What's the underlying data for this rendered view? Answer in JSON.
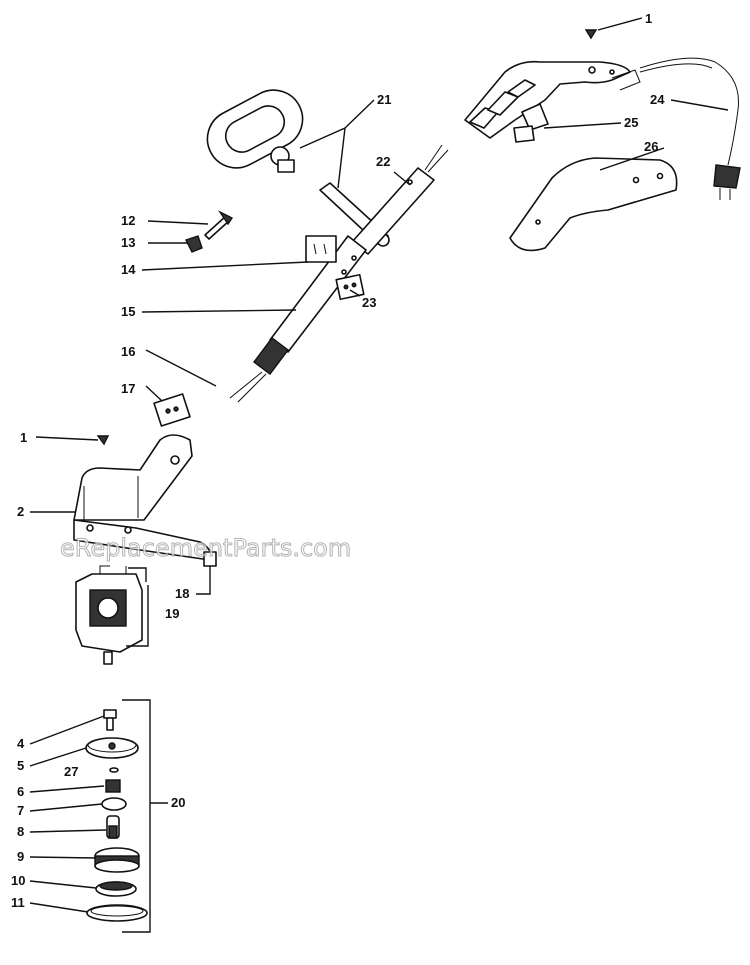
{
  "watermark": "eReplacementParts.com",
  "callouts": [
    {
      "id": "c1a",
      "text": "1"
    },
    {
      "id": "c21",
      "text": "21"
    },
    {
      "id": "c24",
      "text": "24"
    },
    {
      "id": "c25",
      "text": "25"
    },
    {
      "id": "c22",
      "text": "22"
    },
    {
      "id": "c26",
      "text": "26"
    },
    {
      "id": "c12",
      "text": "12"
    },
    {
      "id": "c13",
      "text": "13"
    },
    {
      "id": "c14",
      "text": "14"
    },
    {
      "id": "c23",
      "text": "23"
    },
    {
      "id": "c15",
      "text": "15"
    },
    {
      "id": "c16",
      "text": "16"
    },
    {
      "id": "c17",
      "text": "17"
    },
    {
      "id": "c1b",
      "text": "1"
    },
    {
      "id": "c2",
      "text": "2"
    },
    {
      "id": "c18",
      "text": "18"
    },
    {
      "id": "c19",
      "text": "19"
    },
    {
      "id": "c4",
      "text": "4"
    },
    {
      "id": "c5",
      "text": "5"
    },
    {
      "id": "c27",
      "text": "27"
    },
    {
      "id": "c6",
      "text": "6"
    },
    {
      "id": "c20",
      "text": "20"
    },
    {
      "id": "c7",
      "text": "7"
    },
    {
      "id": "c8",
      "text": "8"
    },
    {
      "id": "c9",
      "text": "9"
    },
    {
      "id": "c10",
      "text": "10"
    },
    {
      "id": "c11",
      "text": "11"
    }
  ]
}
